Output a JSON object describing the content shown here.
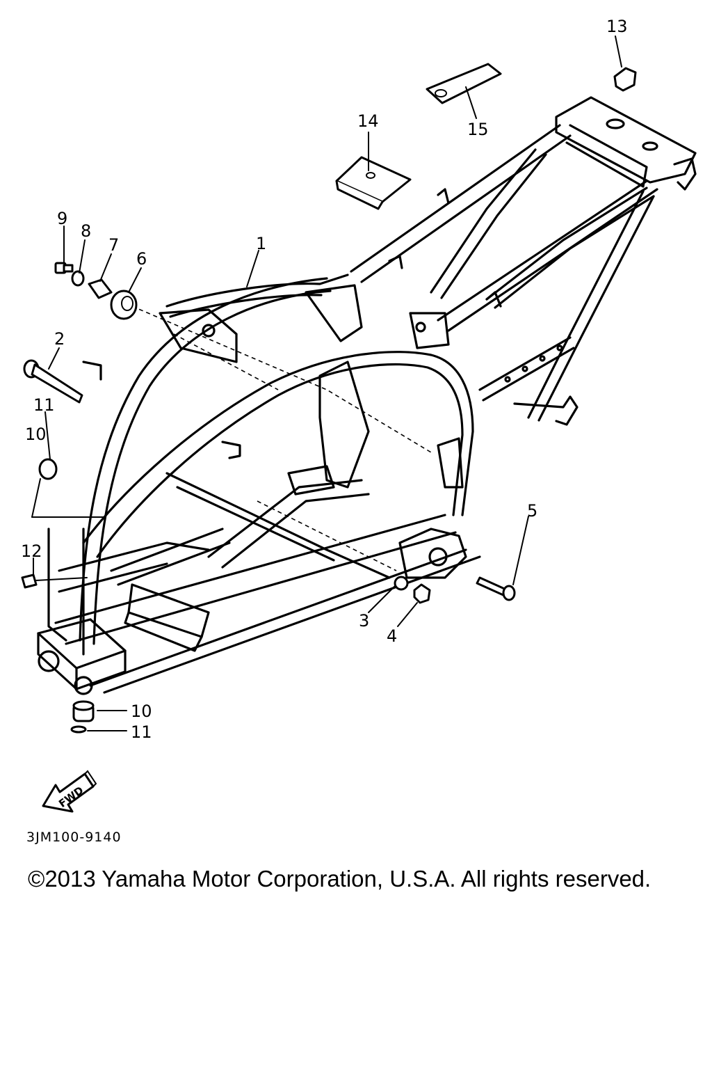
{
  "diagram_code": "3JM100-9140",
  "copyright": "©2013 Yamaha Motor Corporation, U.S.A. All rights reserved.",
  "fwd_label": "FWD",
  "callouts": {
    "c1": "1",
    "c2": "2",
    "c3": "3",
    "c4": "4",
    "c5": "5",
    "c6": "6",
    "c7": "7",
    "c8": "8",
    "c9": "9",
    "c10a": "10",
    "c10b": "10",
    "c11a": "11",
    "c11b": "11",
    "c12": "12",
    "c13": "13",
    "c14": "14",
    "c15": "15"
  }
}
